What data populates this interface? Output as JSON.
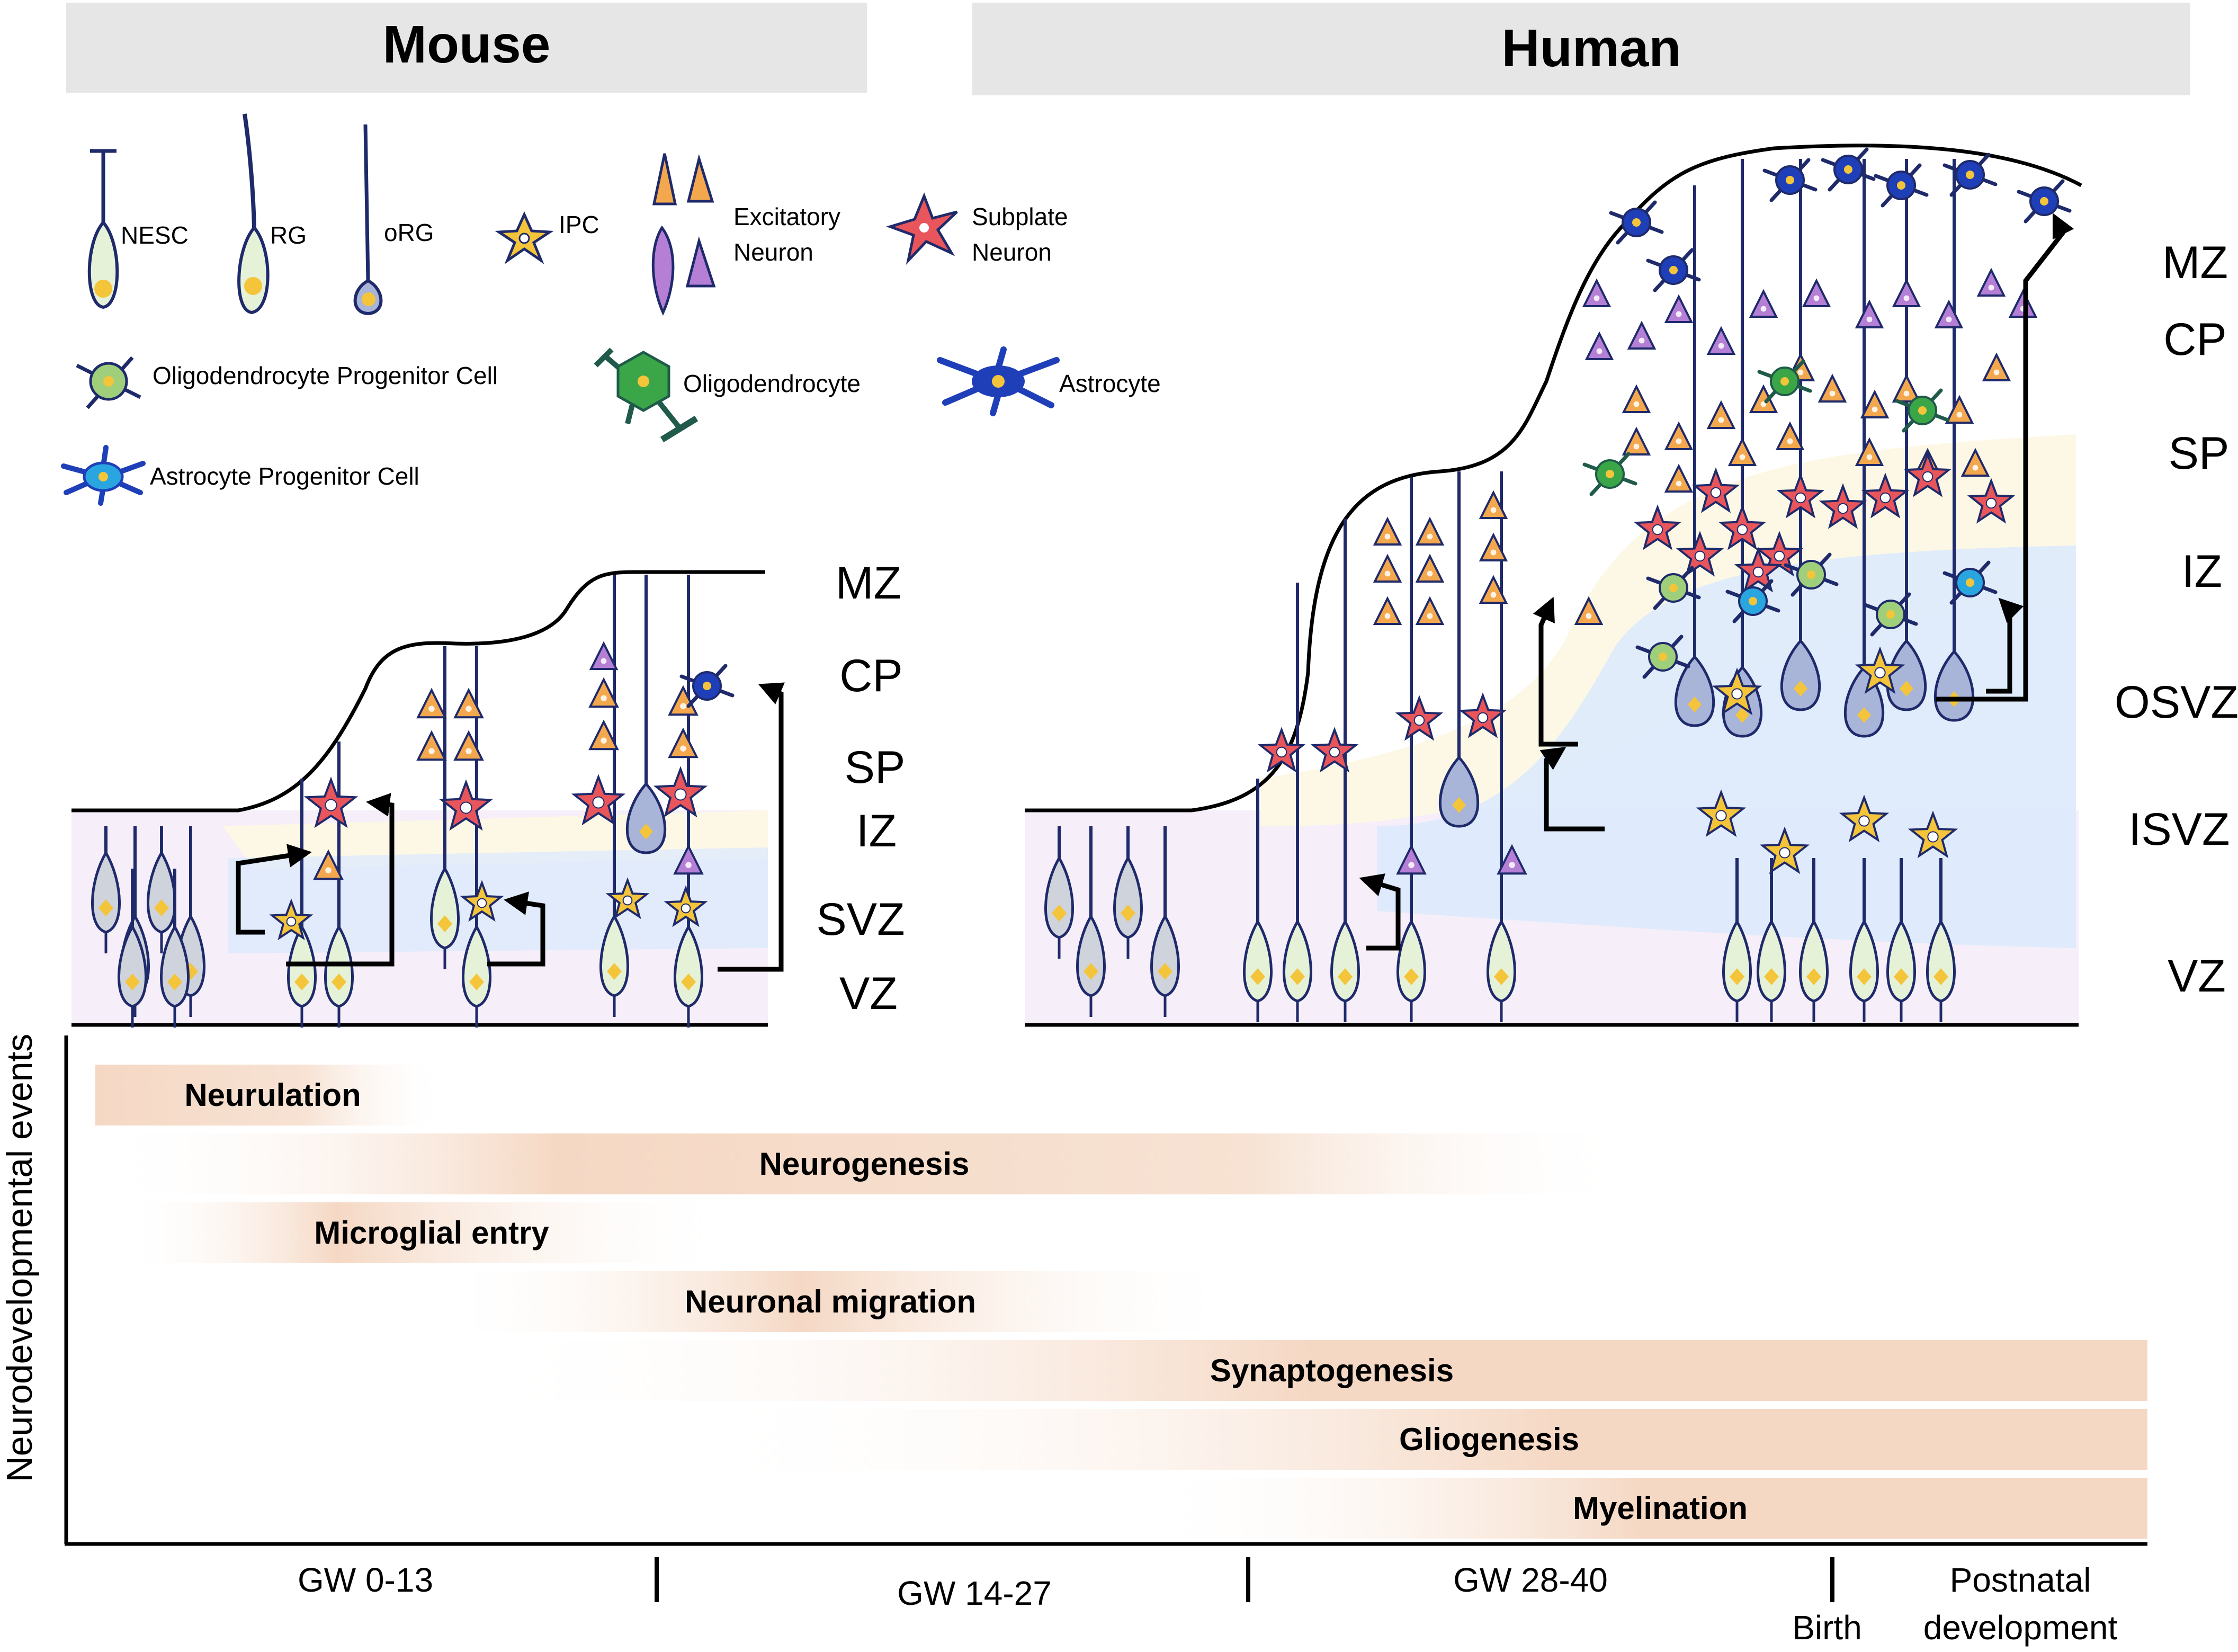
{
  "headers": {
    "mouse": "Mouse",
    "human": "Human"
  },
  "legend": {
    "nesc": "NESC",
    "rg": "RG",
    "org": "oRG",
    "ipc": "IPC",
    "excitatory_line1": "Excitatory",
    "excitatory_line2": "Neuron",
    "subplate_line1": "Subplate",
    "subplate_line2": "Neuron",
    "opc": "Oligodendrocyte Progenitor Cell",
    "oligo": "Oligodendrocyte",
    "astro": "Astrocyte",
    "apc": "Astrocyte Progenitor Cell"
  },
  "mouse_zones": [
    "MZ",
    "CP",
    "SP",
    "IZ",
    "SVZ",
    "VZ"
  ],
  "human_zones": [
    "MZ",
    "CP",
    "SP",
    "IZ",
    "OSVZ",
    "ISVZ",
    "VZ"
  ],
  "timeline": {
    "ylabel": "Neurodevelopmental events",
    "events": [
      {
        "name": "Neurulation"
      },
      {
        "name": "Neurogenesis"
      },
      {
        "name": "Microglial entry"
      },
      {
        "name": "Neuronal migration"
      },
      {
        "name": "Synaptogenesis"
      },
      {
        "name": "Gliogenesis"
      },
      {
        "name": "Myelination"
      }
    ],
    "periods": [
      "GW 0-13",
      "GW 14-27",
      "GW 28-40"
    ],
    "birth": "Birth",
    "postnatal_line1": "Postnatal",
    "postnatal_line2": "development"
  },
  "colors": {
    "header_bg": "#e6e6e6",
    "bar": "#f5d8c4",
    "rg_fill": "#e6f2d8",
    "rg_stroke": "#1f2a6b",
    "excitatory": "#f4a84e",
    "excitatory_purple": "#b57fd6",
    "subplate": "#e8565b",
    "ipc": "#f4c53a",
    "opc": "#9fcf7a",
    "oligo": "#3aa648",
    "astro": "#1f3fb8",
    "apc": "#29a6e0",
    "org_fill": "#a8b4d8",
    "vz_tint": "#f6eef8",
    "svz_tint": "#ddeafc",
    "iz_tint": "#fdf8e6"
  }
}
